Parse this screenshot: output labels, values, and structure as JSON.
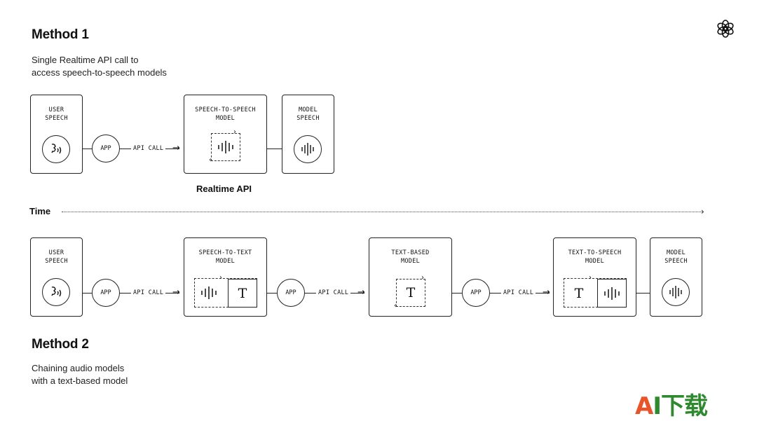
{
  "method1": {
    "title": "Method 1",
    "subtitle_line1": "Single Realtime API call to",
    "subtitle_line2": "access speech-to-speech models",
    "user_speech": "USER\nSPEECH",
    "app": "APP",
    "api_call": "API CALL",
    "sts_model": "SPEECH-TO-SPEECH\nMODEL",
    "model_speech": "MODEL\nSPEECH",
    "realtime_api": "Realtime API"
  },
  "timeline": {
    "label": "Time"
  },
  "method2": {
    "title": "Method 2",
    "subtitle_line1": "Chaining audio models",
    "subtitle_line2": "with a text-based model",
    "user_speech": "USER\nSPEECH",
    "app1": "APP",
    "api_call1": "API CALL",
    "stt_model": "SPEECH-TO-TEXT\nMODEL",
    "t_glyph1": "T",
    "app2": "APP",
    "api_call2": "API CALL",
    "text_model": "TEXT-BASED\nMODEL",
    "t_glyph2": "T",
    "app3": "APP",
    "api_call3": "API CALL",
    "tts_model": "TEXT-TO-SPEECH\nMODEL",
    "t_glyph3": "T",
    "model_speech": "MODEL\nSPEECH"
  },
  "logo": {
    "icon": "openai-logo-icon"
  },
  "watermark": {
    "text_a": "A",
    "text_rest": "I下载",
    "color_a": "#e8552a",
    "color_rest": "#2f8a2f"
  }
}
